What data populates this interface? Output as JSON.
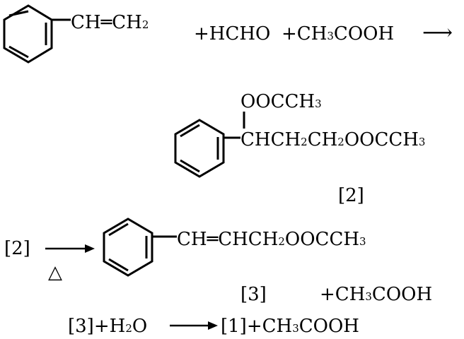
{
  "reaction1": {
    "styrene_group": "CH",
    "double_bond": "═",
    "styrene_end_base": "CH",
    "styrene_end_sub": "2",
    "reagents": [
      {
        "prefix": "+",
        "text": "HCHO"
      },
      {
        "prefix": "+",
        "base": "CH",
        "sub": "3",
        "tail": "COOH"
      }
    ],
    "arrow": "⟶"
  },
  "product2": {
    "substituent_base": "OOCCH",
    "substituent_sub": "3",
    "chain_parts": [
      {
        "base": "CHCH"
      },
      {
        "sub": "2"
      },
      {
        "base": "CH"
      },
      {
        "sub": "2"
      },
      {
        "base": "OOCCH"
      },
      {
        "sub": "3"
      }
    ],
    "label": "[2]"
  },
  "reaction2": {
    "reactant_label": "[2]",
    "heat_symbol": "△",
    "product_group": "CH",
    "double_bond": "═",
    "product_chain": [
      {
        "base": "CHCH"
      },
      {
        "sub": "2"
      },
      {
        "base": "OOCCH"
      },
      {
        "sub": "3"
      }
    ],
    "product_label": "[3]",
    "byproduct_prefix": "+",
    "byproduct_base": "CH",
    "byproduct_sub": "3",
    "byproduct_tail": "COOH"
  },
  "reaction3": {
    "reactant_label": "[3]",
    "plus": "+",
    "water_base": "H",
    "water_sub": "2",
    "water_tail": "O",
    "product_label": "[1]",
    "byproduct_prefix": "+",
    "byproduct_base": "CH",
    "byproduct_sub": "3",
    "byproduct_tail": "COOH"
  }
}
